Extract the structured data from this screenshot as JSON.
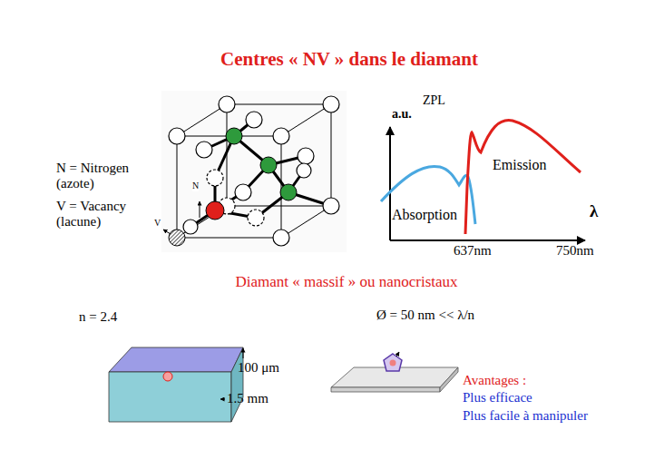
{
  "diagram": {
    "title": "Centres « NV » dans le diamant",
    "labels": [
      "N = Nitrogen (azote)",
      "V = Vacancy (lacune)",
      "N",
      "V",
      "a.u.",
      "ZPL",
      "Emission",
      "Absorption",
      "λ",
      "637nm",
      "750nm",
      "Diamant « massif » ou nanocristaux",
      "n = 2.4",
      "Ø = 50 nm << λ/n",
      "100 μm",
      "1.5 mm",
      "Avantages :",
      "Plus efficace",
      "Plus facile à manipuler"
    ]
  }
}
